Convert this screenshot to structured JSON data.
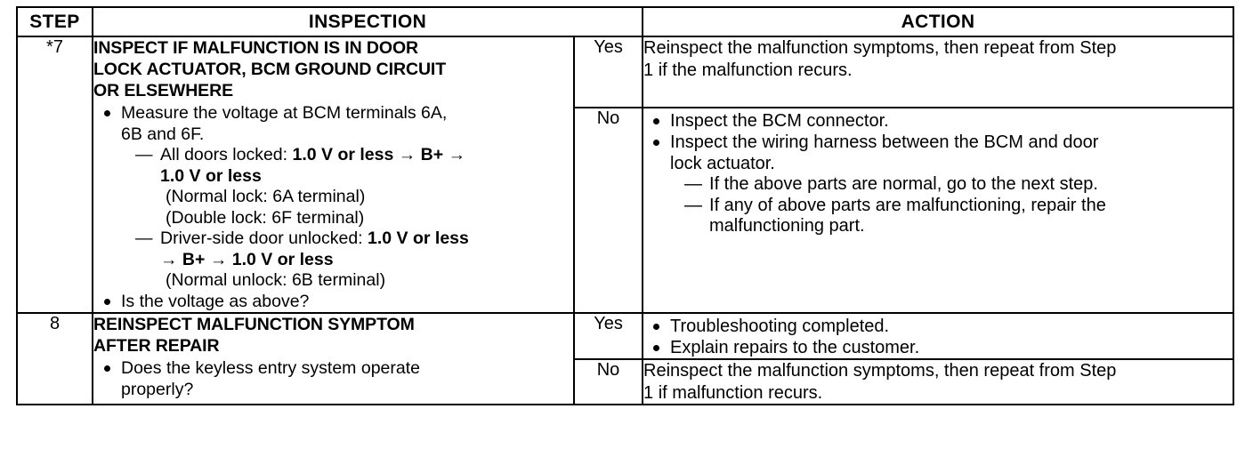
{
  "table": {
    "headers": {
      "step": "STEP",
      "inspection": "INSPECTION",
      "action": "ACTION"
    },
    "rows": [
      {
        "step": "*7",
        "inspection": {
          "title_lines": [
            "INSPECT IF MALFUNCTION IS IN DOOR",
            "LOCK ACTUATOR, BCM GROUND CIRCUIT",
            "OR ELSEWHERE"
          ],
          "bullet1_line1": "Measure the voltage at BCM terminals 6A,",
          "bullet1_line2": "6B and 6F.",
          "dash1_prefix": "All doors locked: ",
          "dash1_bold1": "1.0 V or less",
          "dash1_arrow1": " → ",
          "dash1_bold2": "B+",
          "dash1_arrow2": " →",
          "dash1_cont_bold": "1.0 V or less",
          "paren1": "(Normal lock: 6A terminal)",
          "paren2": "(Double lock: 6F terminal)",
          "dash2_prefix": "Driver-side door unlocked: ",
          "dash2_bold1": "1.0 V or less",
          "dash2_cont_arrow1": "→ ",
          "dash2_cont_bold1": "B+",
          "dash2_cont_arrow2": " → ",
          "dash2_cont_bold2": "1.0 V or less",
          "paren3": "(Normal unlock: 6B terminal)",
          "bullet2": "Is the voltage as above?"
        },
        "branches": [
          {
            "label": "Yes",
            "type": "plain",
            "text_lines": [
              "Reinspect the malfunction symptoms, then repeat from Step",
              "1 if the malfunction recurs."
            ]
          },
          {
            "label": "No",
            "type": "list",
            "bullets": [
              {
                "line1": "Inspect the BCM connector.",
                "line2": ""
              },
              {
                "line1": "Inspect the wiring harness between the BCM and door",
                "line2": "lock actuator."
              }
            ],
            "dashes": [
              {
                "line1": "If the above parts are normal, go to the next step.",
                "line2": ""
              },
              {
                "line1": "If any of above parts are malfunctioning, repair the",
                "line2": "malfunctioning part."
              }
            ]
          }
        ]
      },
      {
        "step": "8",
        "inspection": {
          "title_lines": [
            "REINSPECT MALFUNCTION SYMPTOM",
            "AFTER REPAIR"
          ],
          "bullet1_line1": "Does the keyless entry system operate",
          "bullet1_line2": "properly?"
        },
        "branches": [
          {
            "label": "Yes",
            "type": "list",
            "bullets": [
              {
                "line1": "Troubleshooting completed.",
                "line2": ""
              },
              {
                "line1": "Explain repairs to the customer.",
                "line2": ""
              }
            ]
          },
          {
            "label": "No",
            "type": "plain",
            "text_lines": [
              "Reinspect the malfunction symptoms, then repeat from Step",
              "1 if malfunction recurs."
            ]
          }
        ]
      }
    ]
  }
}
